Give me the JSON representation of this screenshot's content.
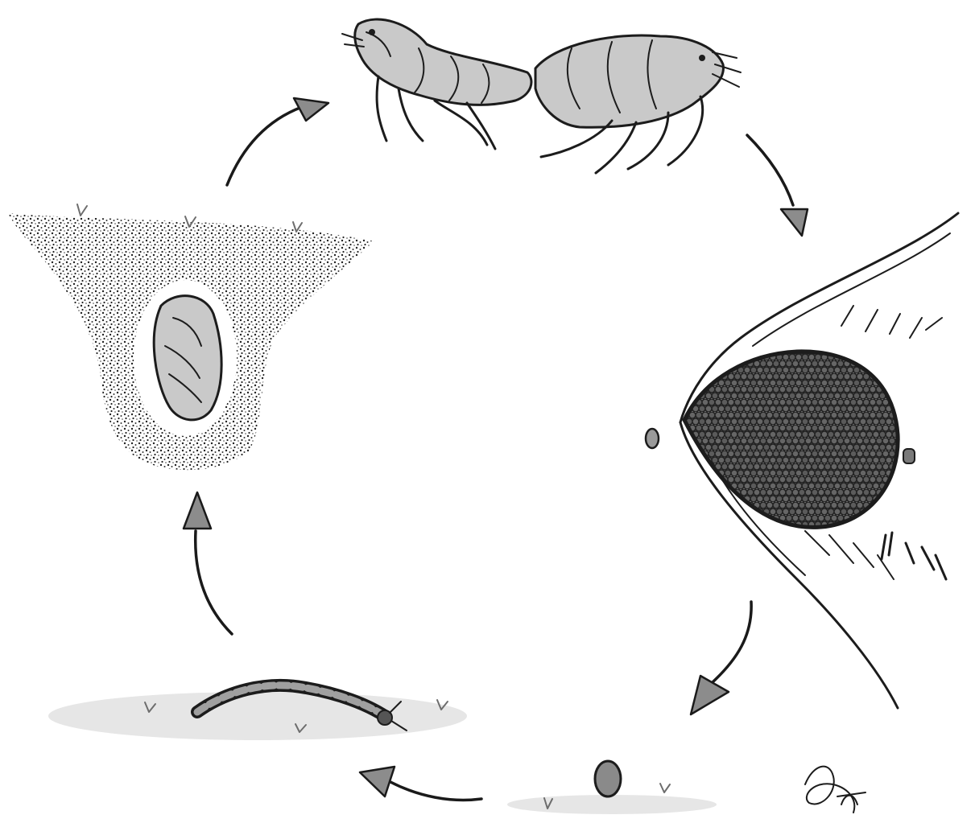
{
  "figure": {
    "stages": [
      "adult-fleas-mating",
      "eggs-in-host-body",
      "egg-on-ground",
      "larva-in-soil",
      "pupa-in-cocoon"
    ],
    "colors": {
      "ink": "#1c1c1c",
      "shading": "#c9c9c9",
      "arrow_fill": "#8c8c8c",
      "ground": "#e6e6e6",
      "background": "#ffffff"
    },
    "signature": "Leth"
  }
}
